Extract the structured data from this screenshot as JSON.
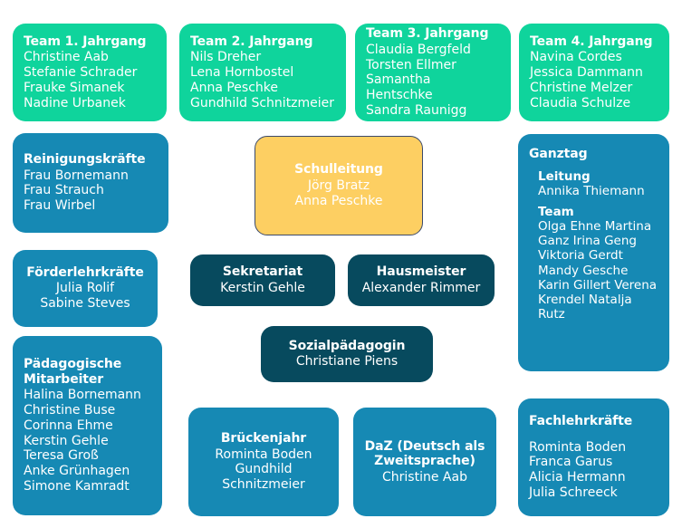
{
  "palette": {
    "green": "#0fd49c",
    "blue": "#1689b4",
    "teal": "#074a5e",
    "yellow": "#fdcf62",
    "text": "#ffffff",
    "background": "#ffffff",
    "yellow_border": "#3b4a6b"
  },
  "boxes": {
    "team1": {
      "title": "Team 1. Jahrgang",
      "members": "Christine Aab\nStefanie Schrader\nFrauke Simanek\nNadine Urbanek"
    },
    "team2": {
      "title": "Team 2. Jahrgang",
      "members": "Nils Dreher\nLena Hornbostel\nAnna Peschke\nGundhild Schnitzmeier"
    },
    "team3": {
      "title": "Team 3. Jahrgang",
      "members": "Claudia Bergfeld\nTorsten Ellmer\nSamantha Hentschke\nSandra Raunigg"
    },
    "team4": {
      "title": "Team 4. Jahrgang",
      "members": "Navina Cordes\nJessica Dammann\nChristine Melzer\nClaudia Schulze"
    },
    "reinigungskraefte": {
      "title": "Reinigungskräfte",
      "members": "Frau Bornemann\nFrau Strauch\nFrau Wirbel"
    },
    "foerderlehrkraefte": {
      "title": "Förderlehrkräfte",
      "members": "Julia Rolif\nSabine Steves"
    },
    "paedagogische_mitarbeiter": {
      "title": "Pädagogische\nMitarbeiter",
      "members": "Halina Bornemann\nChristine Buse\nCorinna Ehme\nKerstin Gehle\nTeresa Groß\nAnke Grünhagen\nSimone Kamradt"
    },
    "schulleitung": {
      "title": "Schulleitung",
      "members": "Jörg Bratz\nAnna Peschke"
    },
    "sekretariat": {
      "title": "Sekretariat",
      "members": "Kerstin Gehle"
    },
    "hausmeister": {
      "title": "Hausmeister",
      "members": "Alexander Rimmer"
    },
    "sozialpaedagogin": {
      "title": "Sozialpädagogin",
      "members": "Christiane Piens"
    },
    "brueckenjahr": {
      "title": "Brückenjahr",
      "members": "Rominta Boden\nGundhild\nSchnitzmeier"
    },
    "daz": {
      "title": "DaZ (Deutsch als\nZweitsprache)",
      "members": "Christine Aab"
    },
    "ganztag": {
      "title": "Ganztag",
      "leitung_label": "Leitung",
      "leitung_members": "Annika Thiemann",
      "team_label": "Team",
      "team_members": "Olga Ehne\nMartina Ganz\nIrina Geng\nViktoria Gerdt\nMandy Gesche\nKarin Gillert\nVerena Krendel\nNatalja Rutz"
    },
    "fachlehrkraefte": {
      "title": "Fachlehrkräfte",
      "members": "Rominta Boden\nFranca Garus\nAlicia Hermann\nJulia Schreeck"
    }
  }
}
